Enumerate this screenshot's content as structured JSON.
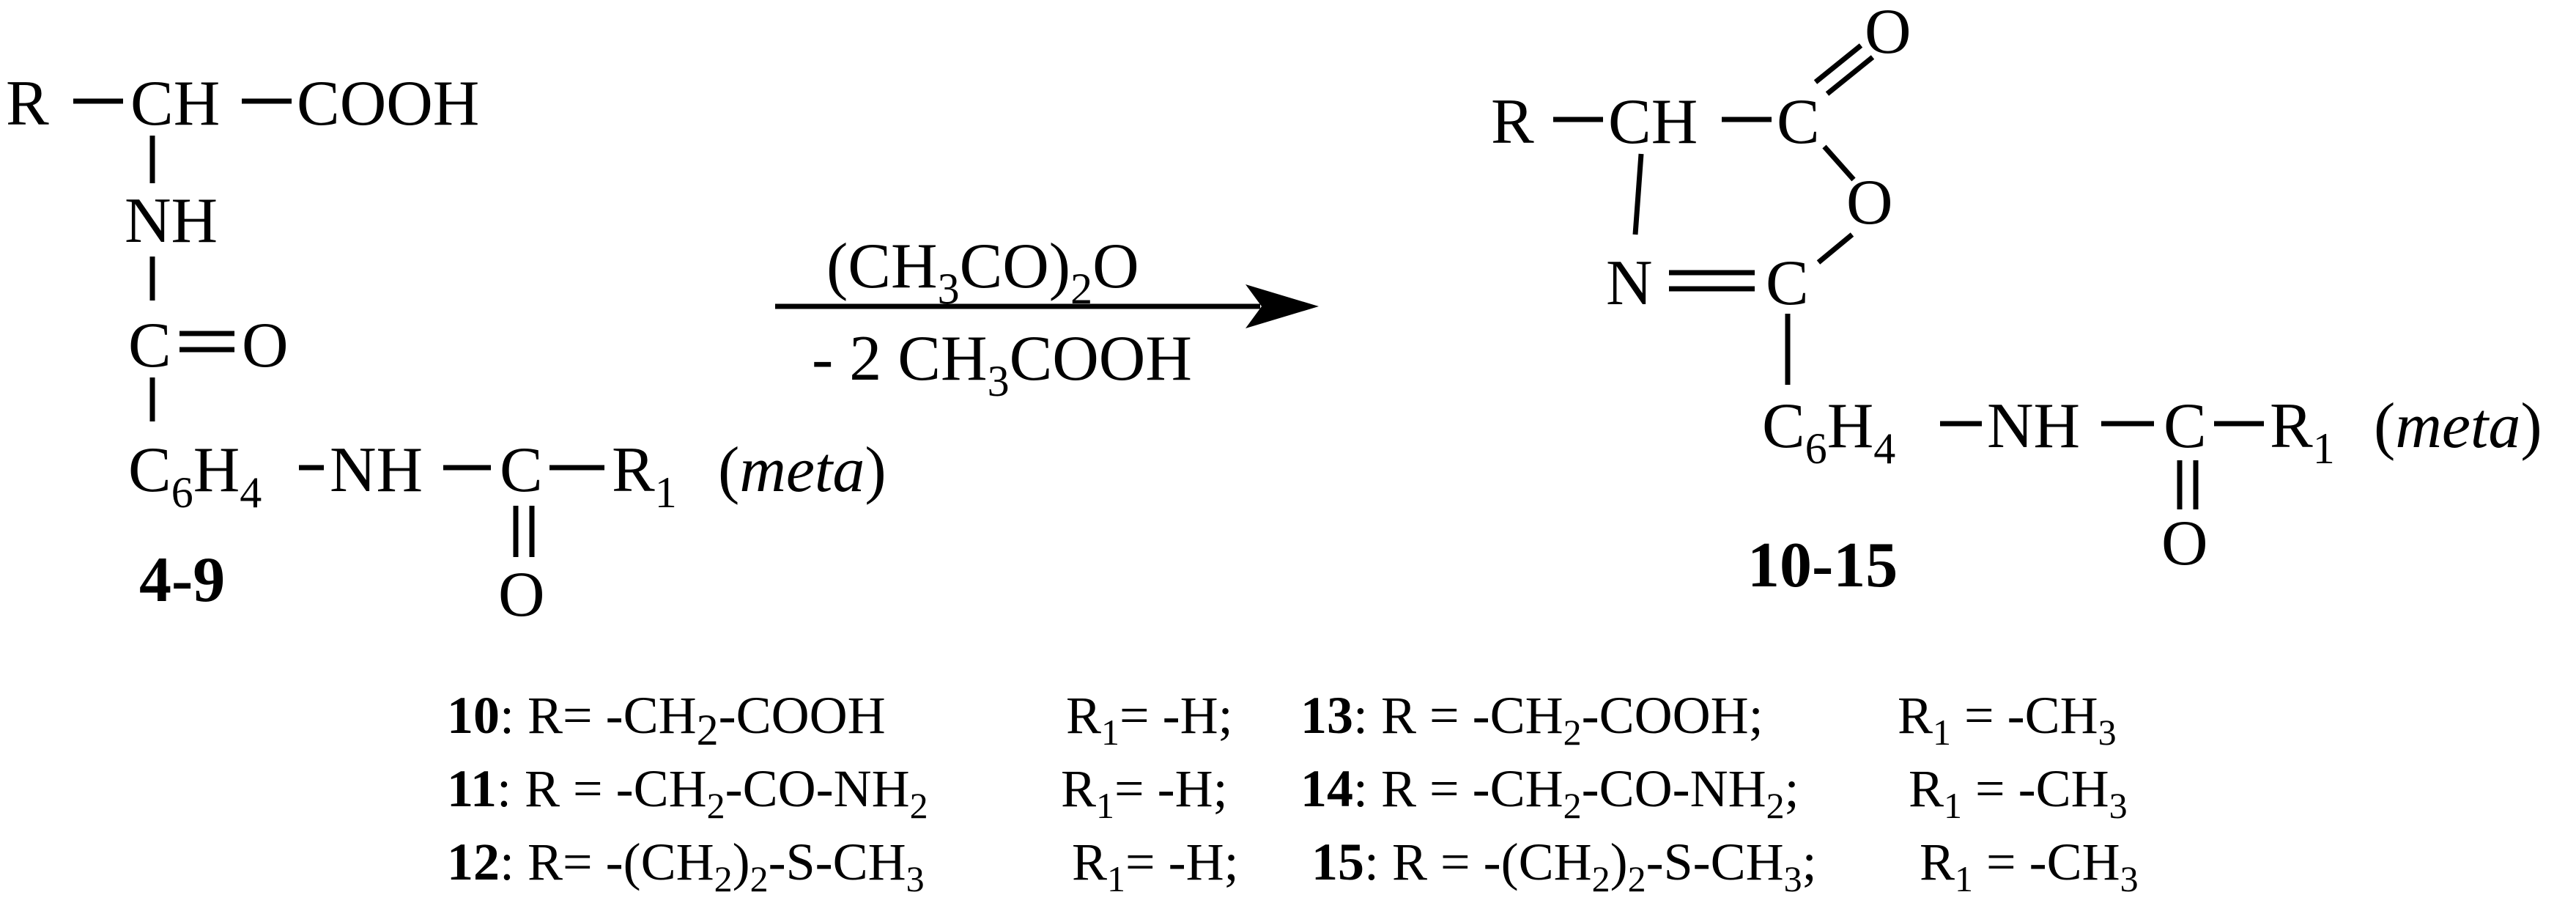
{
  "reactant": {
    "r": "R",
    "ch": "CH",
    "cooh": "COOH",
    "nh": "NH",
    "c": "C",
    "o": "O",
    "c6": "C",
    "c6_sub": "6",
    "h4": "H",
    "h4_sub": "4",
    "nh2": "NH",
    "c2": "C",
    "r1": "R",
    "r1_sub": "1",
    "meta_open": "(",
    "meta": "meta",
    "meta_close": ")",
    "o2": "O",
    "label": "4-9"
  },
  "reagent": {
    "top_a": "(CH",
    "top_a_sub": "3",
    "top_b": "CO)",
    "top_b_sub": "2",
    "top_c": "O",
    "bottom_a": "- 2 CH",
    "bottom_a_sub": "3",
    "bottom_b": "COOH"
  },
  "product": {
    "r": "R",
    "ch": "CH",
    "c_top": "C",
    "o_exo": "O",
    "o_ring": "O",
    "n": "N",
    "c_ring": "C",
    "c6": "C",
    "c6_sub": "6",
    "h4": "H",
    "h4_sub": "4",
    "nh": "NH",
    "c_amide": "C",
    "r1": "R",
    "r1_sub": "1",
    "meta_open": "(",
    "meta": "meta",
    "meta_close": ")",
    "o_amide": "O",
    "label": "10-15"
  },
  "legend": [
    {
      "num": "10",
      "a": ":  R= -CH",
      "a_sub": "2",
      "b": "-COOH",
      "r1": "R",
      "r1_sub": "1",
      "r1_val": "= -H;",
      "num2": "13",
      "c": ": R = -CH",
      "c_sub": "2",
      "d": "-COOH;",
      "r1b": "R",
      "r1b_sub": "1",
      "r1b_val": " = -CH",
      "r1b_val_sub": "3"
    },
    {
      "num": "11",
      "a": ":  R = -CH",
      "a_sub": "2",
      "b": "-CO-NH",
      "b_sub": "2",
      "r1": "R",
      "r1_sub": "1",
      "r1_val": "= -H;",
      "num2": "14",
      "c": ": R = -CH",
      "c_sub": "2",
      "d": "-CO-NH",
      "d_sub": "2",
      "d_tail": ";",
      "r1b": "R",
      "r1b_sub": "1",
      "r1b_val": " = -CH",
      "r1b_val_sub": "3"
    },
    {
      "num": "12",
      "a": ":  R= -(CH",
      "a_sub": "2",
      "a2": ")",
      "a2_sub": "2",
      "b": "-S-CH",
      "b_sub": "3",
      "r1": "R",
      "r1_sub": "1",
      "r1_val": "= -H;",
      "num2": "15",
      "c": ": R = -(CH",
      "c_sub": "2",
      "c2": ")",
      "c2_sub": "2",
      "d": "-S-CH",
      "d_sub": "3",
      "d_tail": ";",
      "r1b": "R",
      "r1b_sub": "1",
      "r1b_val": " = -CH",
      "r1b_val_sub": "3"
    }
  ]
}
